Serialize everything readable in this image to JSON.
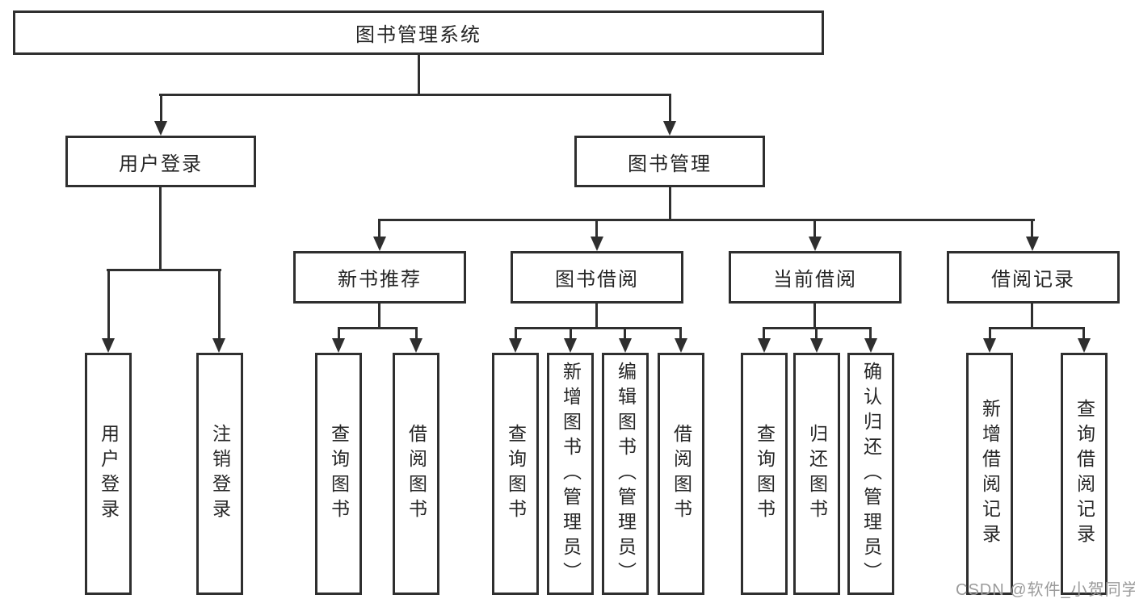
{
  "diagram": {
    "type": "hierarchy-flowchart",
    "title": "图书管理系统"
  },
  "nodes": {
    "root": {
      "label": "图书管理系统"
    },
    "user_login": {
      "label": "用户登录"
    },
    "book_mgmt": {
      "label": "图书管理"
    },
    "new_book_rec": {
      "label": "新书推荐"
    },
    "book_borrow": {
      "label": "图书借阅"
    },
    "current_borrow": {
      "label": "当前借阅"
    },
    "borrow_record": {
      "label": "借阅记录"
    },
    "leaf_user_login": {
      "label": "用户登录"
    },
    "leaf_logout": {
      "label": "注销登录"
    },
    "leaf_query_book_1": {
      "label": "查询图书"
    },
    "leaf_borrow_book_1": {
      "label": "借阅图书"
    },
    "leaf_query_book_2": {
      "label": "查询图书"
    },
    "leaf_add_book": {
      "label": "新增图书（管理员）"
    },
    "leaf_edit_book": {
      "label": "编辑图书（管理员）"
    },
    "leaf_borrow_book_2": {
      "label": "借阅图书"
    },
    "leaf_query_book_3": {
      "label": "查询图书"
    },
    "leaf_return_book": {
      "label": "归还图书"
    },
    "leaf_confirm_return": {
      "label": "确认归还（管理员）"
    },
    "leaf_add_record": {
      "label": "新增借阅记录"
    },
    "leaf_query_record": {
      "label": "查询借阅记录"
    }
  },
  "hierarchy": {
    "图书管理系统": {
      "用户登录": [
        "用户登录",
        "注销登录"
      ],
      "图书管理": {
        "新书推荐": [
          "查询图书",
          "借阅图书"
        ],
        "图书借阅": [
          "查询图书",
          "新增图书（管理员）",
          "编辑图书（管理员）",
          "借阅图书"
        ],
        "当前借阅": [
          "查询图书",
          "归还图书",
          "确认归还（管理员）"
        ],
        "借阅记录": [
          "新增借阅记录",
          "查询借阅记录"
        ]
      }
    }
  },
  "watermark": {
    "text": "CSDN @软件_小贺同学"
  },
  "colors": {
    "line": "#2f2f2f",
    "box_border": "#2f2f2f",
    "box_fill": "#ffffff",
    "text": "#262626",
    "watermark": "#9b9b9b",
    "background": "#ffffff"
  }
}
